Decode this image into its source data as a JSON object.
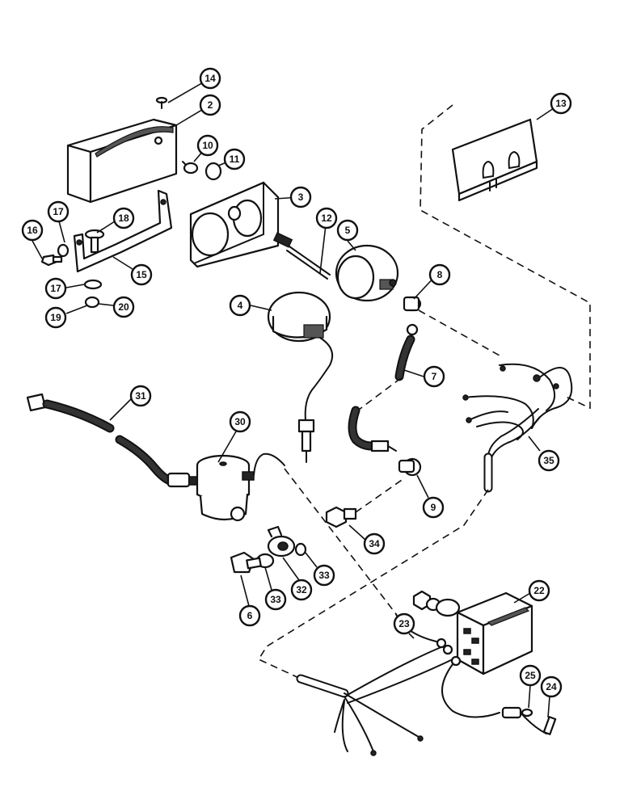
{
  "callouts": [
    {
      "id": "c14",
      "label": "14"
    },
    {
      "id": "c2",
      "label": "2"
    },
    {
      "id": "c10",
      "label": "10"
    },
    {
      "id": "c11",
      "label": "11"
    },
    {
      "id": "c13",
      "label": "13"
    },
    {
      "id": "c3",
      "label": "3"
    },
    {
      "id": "c12",
      "label": "12"
    },
    {
      "id": "c17a",
      "label": "17"
    },
    {
      "id": "c18",
      "label": "18"
    },
    {
      "id": "c16",
      "label": "16"
    },
    {
      "id": "c5",
      "label": "5"
    },
    {
      "id": "c15",
      "label": "15"
    },
    {
      "id": "c8",
      "label": "8"
    },
    {
      "id": "c17b",
      "label": "17"
    },
    {
      "id": "c20",
      "label": "20"
    },
    {
      "id": "c19",
      "label": "19"
    },
    {
      "id": "c4",
      "label": "4"
    },
    {
      "id": "c7",
      "label": "7"
    },
    {
      "id": "c31",
      "label": "31"
    },
    {
      "id": "c30",
      "label": "30"
    },
    {
      "id": "c35",
      "label": "35"
    },
    {
      "id": "c9",
      "label": "9"
    },
    {
      "id": "c34",
      "label": "34"
    },
    {
      "id": "c33a",
      "label": "33"
    },
    {
      "id": "c6",
      "label": "6"
    },
    {
      "id": "c33b",
      "label": "33"
    },
    {
      "id": "c32",
      "label": "32"
    },
    {
      "id": "c22",
      "label": "22"
    },
    {
      "id": "c23",
      "label": "23"
    },
    {
      "id": "c25",
      "label": "25"
    },
    {
      "id": "c24",
      "label": "24"
    }
  ]
}
